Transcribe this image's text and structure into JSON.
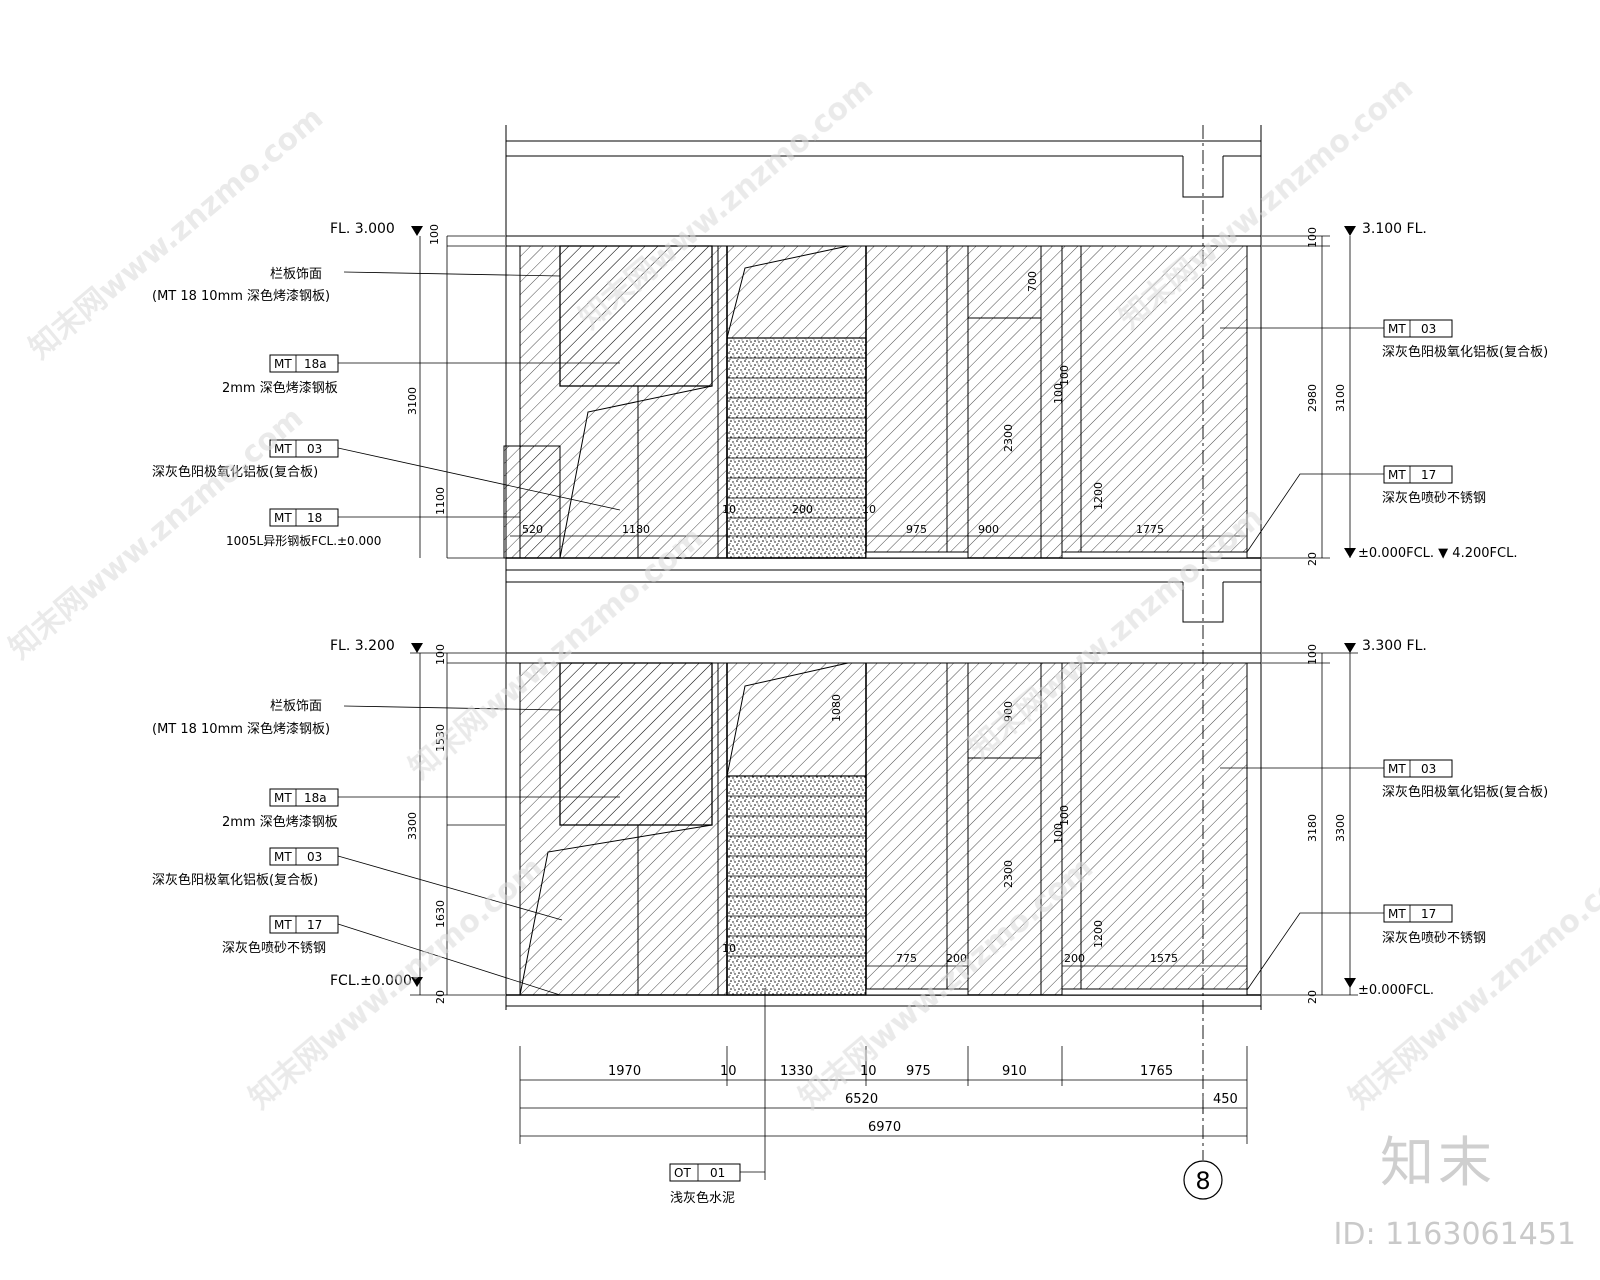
{
  "elevation_upper": {
    "level_left_top": "FL. 3.000",
    "level_right_top": "3.100  FL.",
    "level_left_bottom": "1005L异形钢板FCL.±0.000",
    "level_right_bottom": "±0.000FCL.  ▼ 4.200FCL.",
    "callouts_left": [
      {
        "code": "",
        "num": "",
        "line1": "栏板饰面",
        "line2": "(MT 18 10mm 深色烤漆钢板)"
      },
      {
        "code": "MT",
        "num": "18a",
        "line1": "2mm 深色烤漆钢板",
        "line2": ""
      },
      {
        "code": "MT",
        "num": "03",
        "line1": "深灰色阳极氧化铝板(复合板)",
        "line2": ""
      },
      {
        "code": "MT",
        "num": "18",
        "line1": "",
        "line2": ""
      }
    ],
    "callouts_right": [
      {
        "code": "MT",
        "num": "03",
        "line1": "深灰色阳极氧化铝板(复合板)"
      },
      {
        "code": "MT",
        "num": "17",
        "line1": "深灰色喷砂不锈钢"
      }
    ],
    "dims_left": [
      "100",
      "3100",
      "1100"
    ],
    "dims_right": [
      "100",
      "2980",
      "3100",
      "20"
    ],
    "dims_inner": [
      "520",
      "1180",
      "10",
      "200",
      "10",
      "975",
      "900",
      "1775",
      "700",
      "2300",
      "100",
      "100",
      "1200"
    ]
  },
  "elevation_lower": {
    "level_left_top": "FL. 3.200",
    "level_right_top": "3.300  FL.",
    "level_left_bottom": "FCL.±0.000",
    "level_right_bottom": "±0.000FCL.",
    "callouts_left": [
      {
        "code": "",
        "num": "",
        "line1": "栏板饰面",
        "line2": "(MT 18 10mm 深色烤漆钢板)"
      },
      {
        "code": "MT",
        "num": "18a",
        "line1": "2mm 深色烤漆钢板",
        "line2": ""
      },
      {
        "code": "MT",
        "num": "03",
        "line1": "深灰色阳极氧化铝板(复合板)",
        "line2": ""
      },
      {
        "code": "MT",
        "num": "17",
        "line1": "深灰色喷砂不锈钢",
        "line2": ""
      }
    ],
    "callouts_right": [
      {
        "code": "MT",
        "num": "03",
        "line1": "深灰色阳极氧化铝板(复合板)"
      },
      {
        "code": "MT",
        "num": "17",
        "line1": "深灰色喷砂不锈钢"
      }
    ],
    "dims_left": [
      "100",
      "1530",
      "3300",
      "1630",
      "20"
    ],
    "dims_right": [
      "100",
      "3180",
      "3300",
      "20"
    ],
    "dims_inner": [
      "1080",
      "900",
      "100",
      "100",
      "2300",
      "1200",
      "775",
      "200",
      "200",
      "1575",
      "10"
    ]
  },
  "bottom_dims": {
    "row1": [
      "1970",
      "10",
      "1330",
      "10",
      "975",
      "910",
      "1765"
    ],
    "row2": [
      "6520",
      "450"
    ],
    "row3": [
      "6970"
    ]
  },
  "bottom_callout": {
    "code": "OT",
    "num": "01",
    "label": "浅灰色水泥"
  },
  "grid_label": "8",
  "watermark_text": "知末网www.znzmo.com",
  "logo_text": "知末",
  "id_text": "ID: 1163061451"
}
